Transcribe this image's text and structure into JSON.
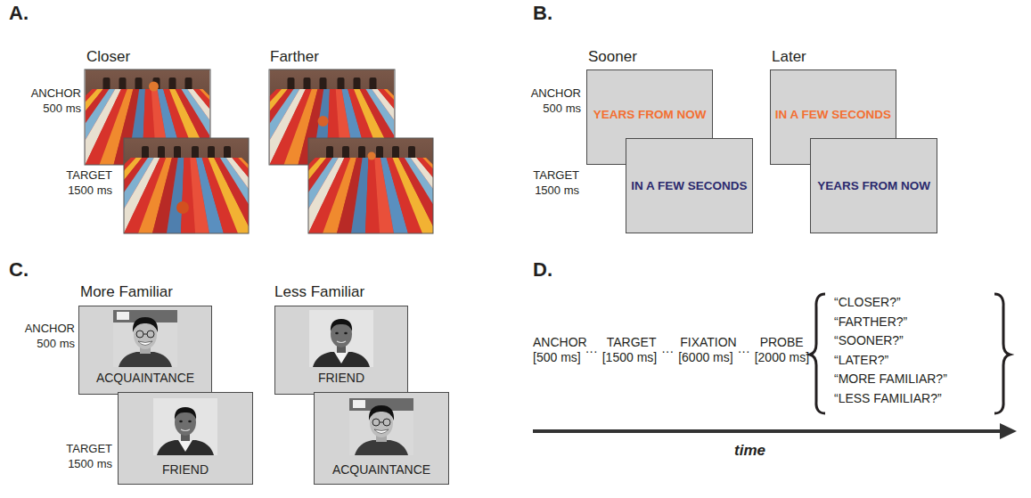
{
  "diagram": {
    "nodes": [
      {
        "text": [
          "YEARS FROM NOW"
        ]
      },
      {
        "text": [
          "IN A FEW SECONDS"
        ]
      },
      {
        "text": [
          "IN A FEW SECONDS"
        ]
      },
      {
        "text": [
          "YEARS FROM NOW"
        ]
      },
      {
        "text": [
          "ACQUAINTANCE"
        ]
      },
      {
        "text": [
          "FRIEND"
        ]
      },
      {
        "text": [
          "FRIEND"
        ]
      },
      {
        "text": [
          "ACQUAINTANCE"
        ]
      }
    ],
    "labels": [
      "A.",
      "B.",
      "Closer",
      "Farther",
      "Sooner",
      "Later",
      "ANCHOR",
      "500 ms",
      "ANCHOR",
      "500 ms",
      "TARGET",
      "1500 ms",
      "TARGET",
      "1500 ms",
      "C.",
      "D.",
      "More Familiar",
      "Less Familiar",
      "ANCHOR",
      "500 ms",
      "TARGET",
      "1500 ms",
      "ANCHOR",
      "[500 ms]",
      "···",
      "TARGET",
      "[1500 ms]",
      "···",
      "FIXATION",
      "[6000 ms]",
      "···",
      "PROBE",
      "[2000 ms]",
      "“CLOSER?”",
      "“FARTHER?”",
      "“SOONER?”",
      "“LATER?”",
      "“MORE FAMILIAR?”",
      "“LESS FAMILIAR?”",
      "time"
    ]
  }
}
